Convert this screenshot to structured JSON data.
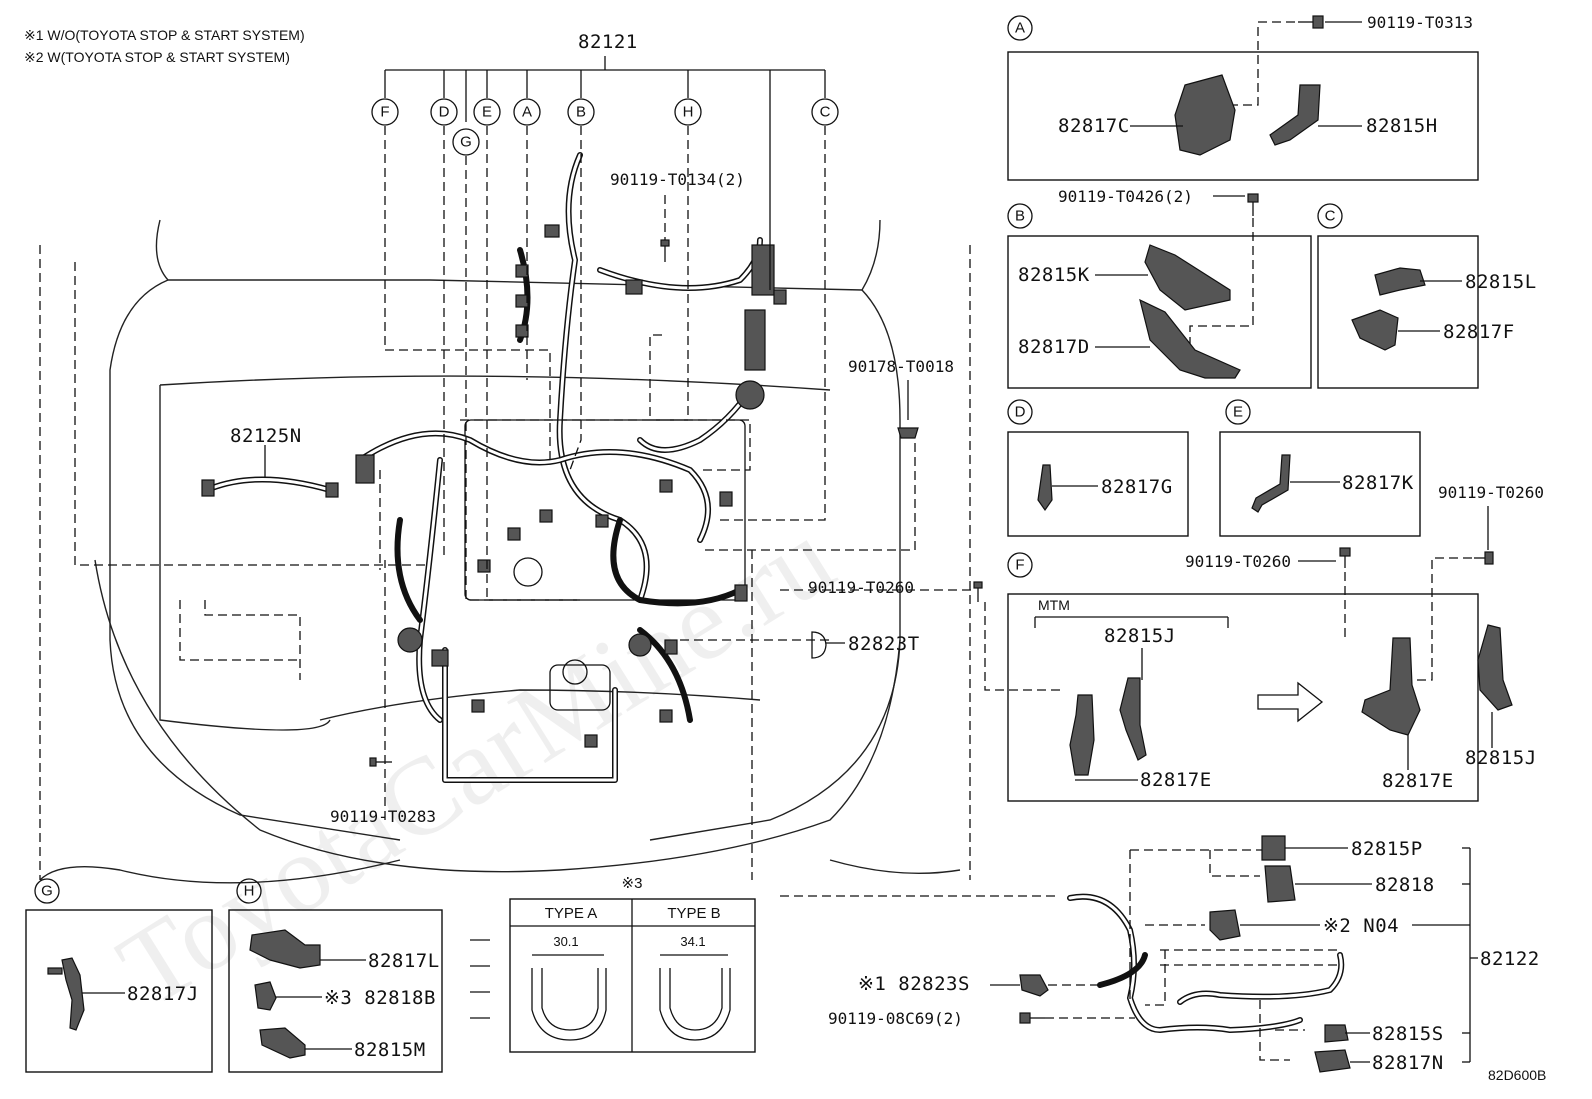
{
  "notes": {
    "note1": "※1 W/O(TOYOTA STOP & START SYSTEM)",
    "note2": "※2 W(TOYOTA STOP & START SYSTEM)"
  },
  "main": {
    "harness_number": "82121",
    "callout_letters": [
      "F",
      "D",
      "G",
      "E",
      "A",
      "B",
      "H",
      "C"
    ],
    "labels": {
      "bolt_t0134": "90119-T0134(2)",
      "harness_82125n": "82125N",
      "clamp_t0018": "90178-T0018",
      "bolt_t0260_center": "90119-T0260",
      "part_82823t": "82823T",
      "bolt_t0283": "90119-T0283"
    }
  },
  "detail_a": {
    "letter": "A",
    "bolt": "90119-T0313",
    "parts": [
      "82817C",
      "82815H"
    ]
  },
  "detail_b": {
    "letter": "B",
    "bolt": "90119-T0426(2)",
    "parts": [
      "82815K",
      "82817D"
    ]
  },
  "detail_c": {
    "letter": "C",
    "parts": [
      "82815L",
      "82817F"
    ]
  },
  "detail_d": {
    "letter": "D",
    "parts": [
      "82817G"
    ]
  },
  "detail_e": {
    "letter": "E",
    "parts": [
      "82817K"
    ]
  },
  "detail_f": {
    "letter": "F",
    "bolt_right": "90119-T0260",
    "bolt_mid": "90119-T0260",
    "mtm_label": "MTM",
    "parts_left": [
      "82815J",
      "82817E"
    ],
    "parts_right": [
      "82817E",
      "82815J"
    ]
  },
  "detail_g": {
    "letter": "G",
    "parts": [
      "82817J"
    ]
  },
  "detail_h": {
    "letter": "H",
    "parts": [
      "82817L",
      "※3 82818B",
      "82815M"
    ]
  },
  "type_table": {
    "ref_mark": "※3",
    "type_a": "TYPE A",
    "type_b": "TYPE B",
    "dim_a": "30.1",
    "dim_b": "34.1"
  },
  "sub_harness": {
    "harness_number": "82122",
    "labels": [
      "82815P",
      "82818",
      "※2 N04",
      "※1 82823S",
      "90119-08C69(2)",
      "82815S",
      "82817N"
    ]
  },
  "figure_code": "82D600B",
  "watermark": "ToyotaCarMine.ru"
}
